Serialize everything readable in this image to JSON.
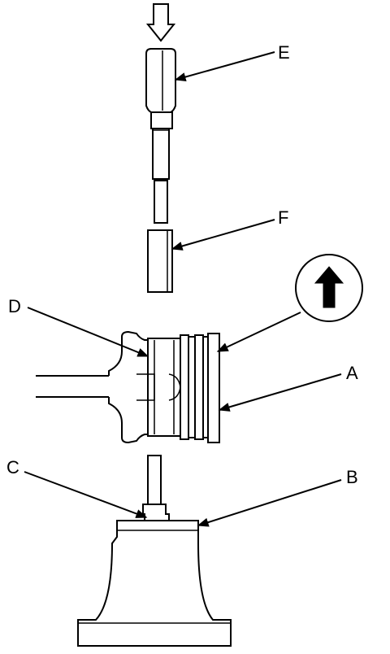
{
  "diagram": {
    "labels": {
      "a": "A",
      "b": "B",
      "c": "C",
      "d": "D",
      "e": "E",
      "f": "F"
    },
    "icons": {
      "press_direction": "press-down-arrow-icon",
      "piston_orientation": "up-arrow-mark-icon"
    },
    "colors": {
      "ink": "#000000",
      "paper": "#ffffff"
    }
  }
}
